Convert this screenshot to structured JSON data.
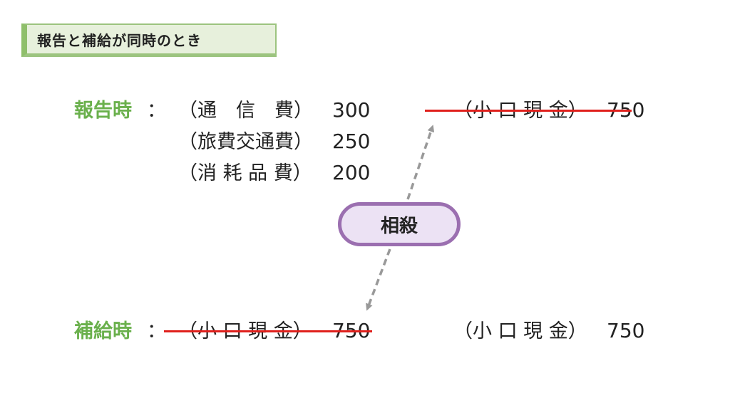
{
  "title": "報告と補給が同時のとき",
  "report": {
    "label": "報告時",
    "colon": "：",
    "rows": [
      {
        "account": "（通　信　費）",
        "amount": "300"
      },
      {
        "account": "（旅費交通費）",
        "amount": "250"
      },
      {
        "account": "（消 耗 品 費）",
        "amount": "200"
      }
    ],
    "credit": {
      "account": "（小 口 現 金）",
      "amount": "750"
    }
  },
  "replenish": {
    "label": "補給時",
    "colon": "：",
    "debit": {
      "account": "（小 口 現 金）",
      "amount": "750"
    },
    "credit": {
      "account": "（小 口 現 金）",
      "amount": "750"
    }
  },
  "offset_label": "相殺",
  "colors": {
    "label_green": "#6ab04c",
    "strike_red": "#e0201c",
    "pill_border": "#9b6fb0",
    "pill_fill": "#ece2f4",
    "arrow_gray": "#999999",
    "title_bg": "#e7f0dc",
    "title_border": "#9cc47f"
  }
}
